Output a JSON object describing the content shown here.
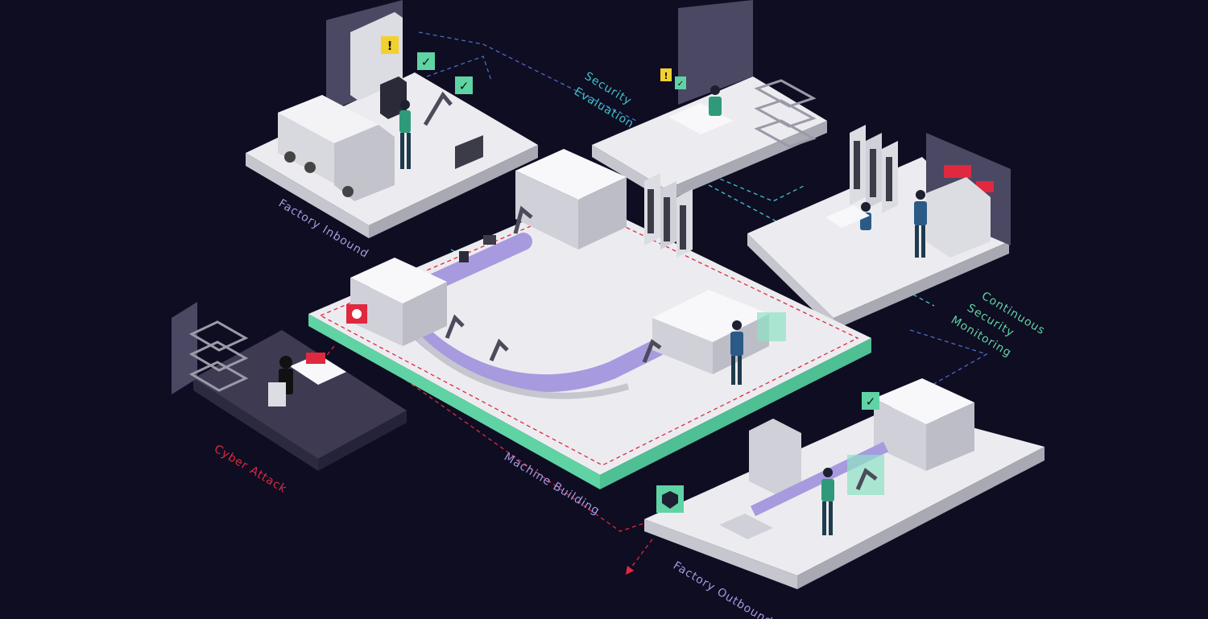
{
  "colors": {
    "background": "#0f0d22",
    "floor_top": "#ececf0",
    "floor_side": "#c6c6cf",
    "floor_front": "#a9a9b4",
    "accent_green": "#5fd3a4",
    "accent_cyan": "#3fc3c9",
    "accent_blue": "#4a6bc4",
    "accent_red": "#e0283f",
    "accent_purple": "#a89adf",
    "alert_yellow": "#f2d12e",
    "person_green": "#2f9a7a",
    "person_blue": "#2b5a86",
    "dark_room": "#3d3a52"
  },
  "zones": {
    "factory_inbound": {
      "label": "Factory Inbound"
    },
    "security_evaluation": {
      "label_line1": "Security",
      "label_line2": "Evaluation"
    },
    "continuous_monitoring": {
      "label_line1": "Continuous",
      "label_line2": "Security",
      "label_line3": "Monitoring"
    },
    "machine_building": {
      "label": "Machine Building"
    },
    "cyber_attack": {
      "label": "Cyber Attack"
    },
    "factory_outbound": {
      "label": "Factory Outbound"
    }
  },
  "icons": {
    "warning": "!",
    "check": "✓"
  }
}
